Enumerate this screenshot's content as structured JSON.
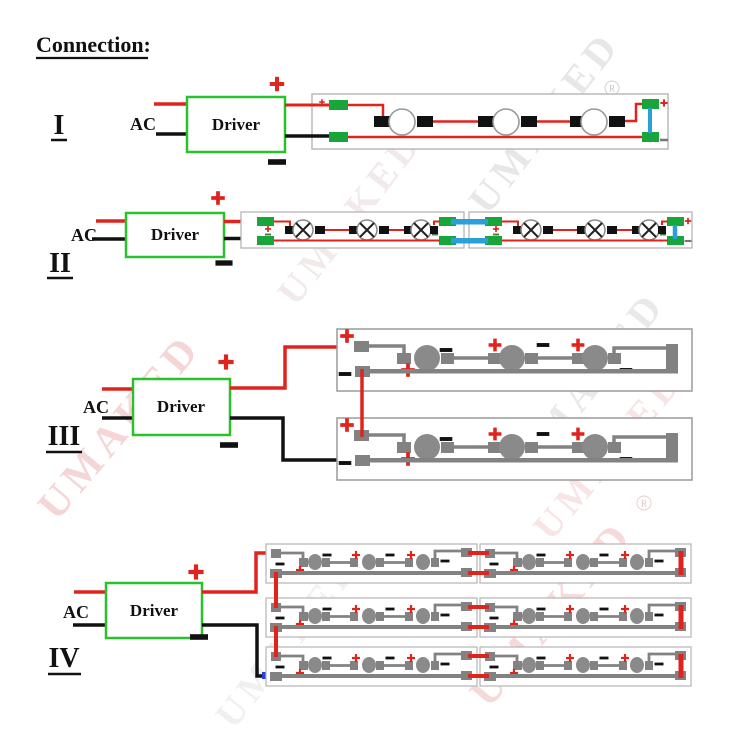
{
  "title": "Connection:",
  "sections": [
    {
      "numeral": "I",
      "ac": "AC",
      "driver": "Driver"
    },
    {
      "numeral": "II",
      "ac": "AC",
      "driver": "Driver"
    },
    {
      "numeral": "III",
      "ac": "AC",
      "driver": "Driver"
    },
    {
      "numeral": "IV",
      "ac": "AC",
      "driver": "Driver"
    }
  ],
  "polarity": {
    "plus": "+",
    "minus": "-"
  },
  "watermark": {
    "text": "UMAKED",
    "registered": "R"
  },
  "colors": {
    "wire_positive": "#e0241d",
    "wire_negative": "#111111",
    "driver_border": "#2bc12b",
    "pad_green": "#18a53a",
    "bridge_blue": "#2a9fd8",
    "bridge_blue_dark": "#2a3fd6",
    "strip_border": "#b5b5b5",
    "led_gray": "#8a8a8a"
  }
}
